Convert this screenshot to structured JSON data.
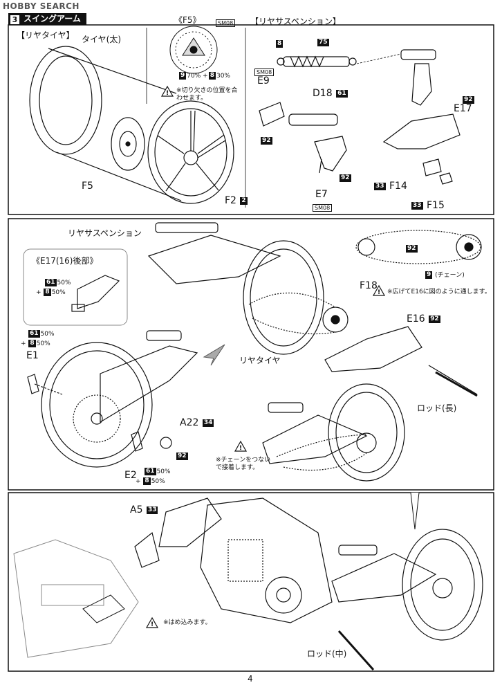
{
  "watermark": "HOBBY SEARCH",
  "step": {
    "number": "3",
    "title": "スイングアーム"
  },
  "panel1": {
    "rear_tire_heading": "【リヤタイヤ】",
    "tire_label": "タイヤ(太)",
    "f5_heading": "《F5》",
    "sm08": "SM08",
    "paint_70": "70%",
    "paint_plus": "+",
    "paint_30": "30%",
    "notch_note": "※切り欠きの位置を合わせます。",
    "f5_label": "F5",
    "f2_label": "F2",
    "rear_susp_heading": "【リヤサスペンション】",
    "e9_label": "E9",
    "d18_label": "D18",
    "e7_label": "E7",
    "e17_label": "E17",
    "f14_label": "F14",
    "f15_label": "F15"
  },
  "panel2": {
    "rear_susp_label": "リヤサスペンション",
    "e17_detail_heading": "《E17(16)後部》",
    "pct_50": "50%",
    "plus_8": "+",
    "chain_label": "(チェーン)",
    "f18_label": "F18",
    "e16_note": "※広げてE16に図のように通します。",
    "e16_label": "E16",
    "rear_tire_label": "リヤタイヤ",
    "e1_label": "E1",
    "a22_label": "A22",
    "e2_label": "E2",
    "rod_long_label": "ロッド(長)",
    "chain_note": "※チェーンをつないで接着します。"
  },
  "panel3": {
    "a5_label": "A5",
    "fit_note": "※はめ込みます。",
    "rod_mid_label": "ロッド(中)"
  },
  "codes": {
    "c2": "2",
    "c8": "8",
    "c9": "9",
    "c33": "33",
    "c34": "34",
    "c61": "61",
    "c75": "75",
    "c92": "92"
  },
  "page_number": "4"
}
